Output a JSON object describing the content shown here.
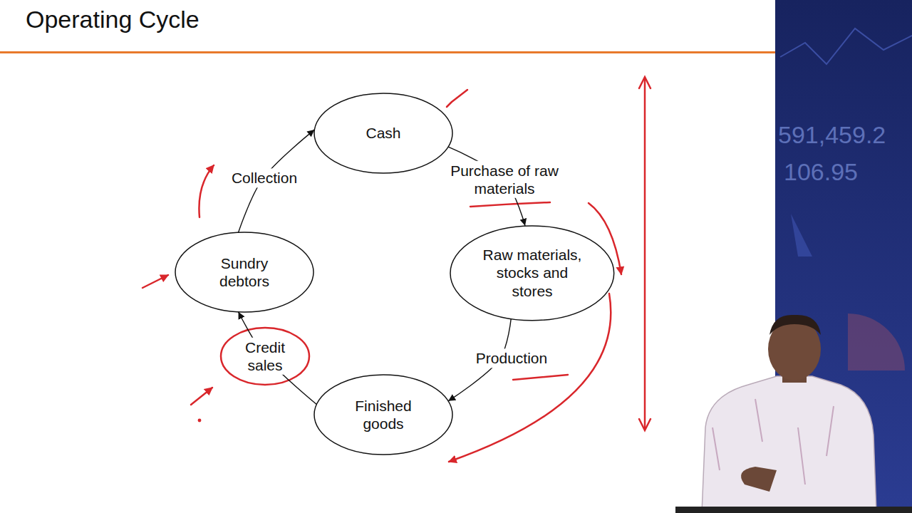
{
  "diagram": {
    "title": "Operating Cycle",
    "nodes": [
      {
        "text": [
          "Cash"
        ]
      },
      {
        "text": [
          "Raw materials, stocks and stores"
        ]
      },
      {
        "text": [
          "Finished goods"
        ]
      },
      {
        "text": [
          "Sundry debtors"
        ]
      }
    ],
    "edges": [
      {
        "from": 0,
        "to": 1,
        "label": "Purchase of raw materials",
        "arrow": "to"
      },
      {
        "from": 1,
        "to": 2,
        "label": "Production",
        "arrow": "to"
      },
      {
        "from": 2,
        "to": 3,
        "label": "Credit sales",
        "arrow": "to"
      },
      {
        "from": 3,
        "to": 0,
        "label": "Collection",
        "arrow": "to"
      }
    ],
    "labels": [
      "591,459.2",
      "106.95"
    ]
  }
}
